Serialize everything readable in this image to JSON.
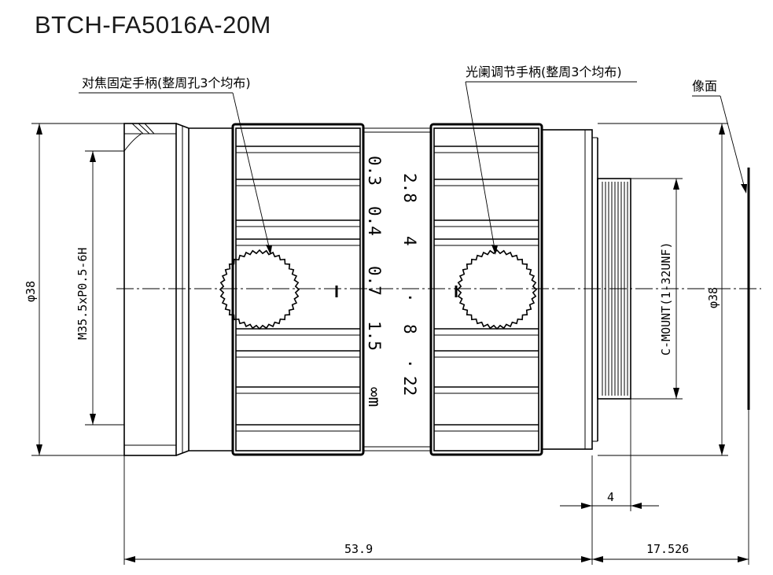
{
  "title": "BTCH-FA5016A-20M",
  "labels": {
    "focus_handle": "对焦固定手柄(整周孔3个均布)",
    "iris_handle": "光阑调节手柄(整周3个均布)",
    "image_plane": "像面"
  },
  "dimensions": {
    "left_diameter": "φ38",
    "right_diameter": "φ38",
    "front_thread": "M35.5xP0.5-6H",
    "mount_thread": "C-MOUNT(1-32UNF)",
    "flange_gap": "4",
    "total_length": "53.9",
    "back_focal": "17.526"
  },
  "focus_scale": [
    "0.3",
    "0.4",
    "0.7",
    "1.5",
    "∞m"
  ],
  "iris_scale": [
    "2.8",
    "4",
    "·",
    "8",
    "·",
    "22"
  ]
}
